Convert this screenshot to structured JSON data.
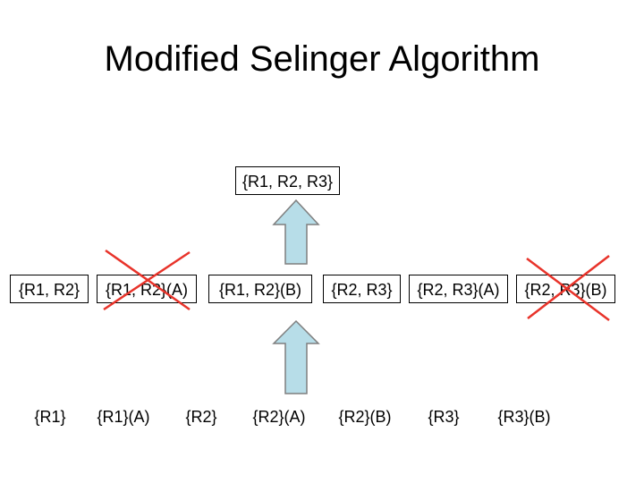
{
  "title": "Modified Selinger Algorithm",
  "top_node": "{R1, R2, R3}",
  "middle_row": [
    "{R1, R2}",
    "{R1, R2}(A)",
    "{R1, R2}(B)",
    "{R2, R3}",
    "{R2, R3}(A)",
    "{R2, R3}(B)"
  ],
  "bottom_row": [
    "{R1}",
    "{R1}(A)",
    "{R2}",
    "{R2}(A)",
    "{R2}(B)",
    "{R3}",
    "{R3}(B)"
  ],
  "crossed_out": [
    "{R1, R2}(A)",
    "{R2, R3}(B)"
  ],
  "colors": {
    "arrow_fill": "#b7dde8",
    "arrow_stroke": "#7f7f7f",
    "cross": "#e8332a",
    "box_border": "#000000"
  }
}
